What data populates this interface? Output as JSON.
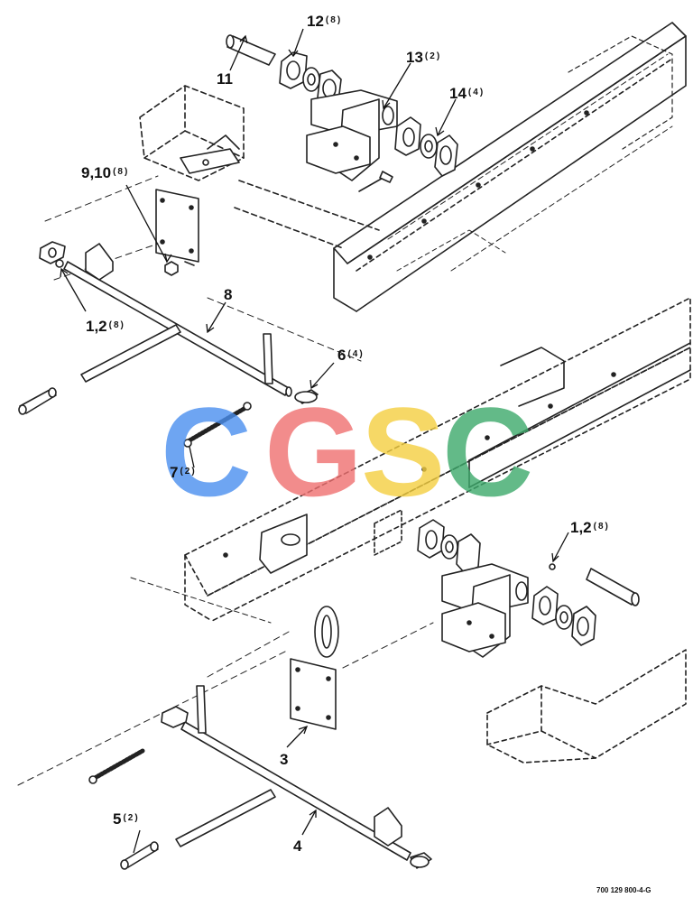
{
  "callouts": [
    {
      "id": "c12",
      "num": "12",
      "qty": "(8)"
    },
    {
      "id": "c11",
      "num": "11",
      "qty": ""
    },
    {
      "id": "c13",
      "num": "13",
      "qty": "(2)"
    },
    {
      "id": "c14",
      "num": "14",
      "qty": "(4)"
    },
    {
      "id": "c910",
      "num": "9,10",
      "qty": "(8)"
    },
    {
      "id": "c8",
      "num": "8",
      "qty": ""
    },
    {
      "id": "c12a",
      "num": "1,2",
      "qty": "(8)"
    },
    {
      "id": "c6",
      "num": "6",
      "qty": "(4)"
    },
    {
      "id": "c7",
      "num": "7",
      "qty": "(2)"
    },
    {
      "id": "c12b",
      "num": "1,2",
      "qty": "(8)"
    },
    {
      "id": "c3",
      "num": "3",
      "qty": ""
    },
    {
      "id": "c5",
      "num": "5",
      "qty": "(2)"
    },
    {
      "id": "c4",
      "num": "4",
      "qty": ""
    }
  ],
  "figure_id": "700 129 800-4-G",
  "watermark": {
    "letters": [
      "C",
      "G",
      "S",
      "C"
    ],
    "colors": [
      "#4a8ff0",
      "#f07070",
      "#f5cf40",
      "#3daa6b"
    ]
  }
}
